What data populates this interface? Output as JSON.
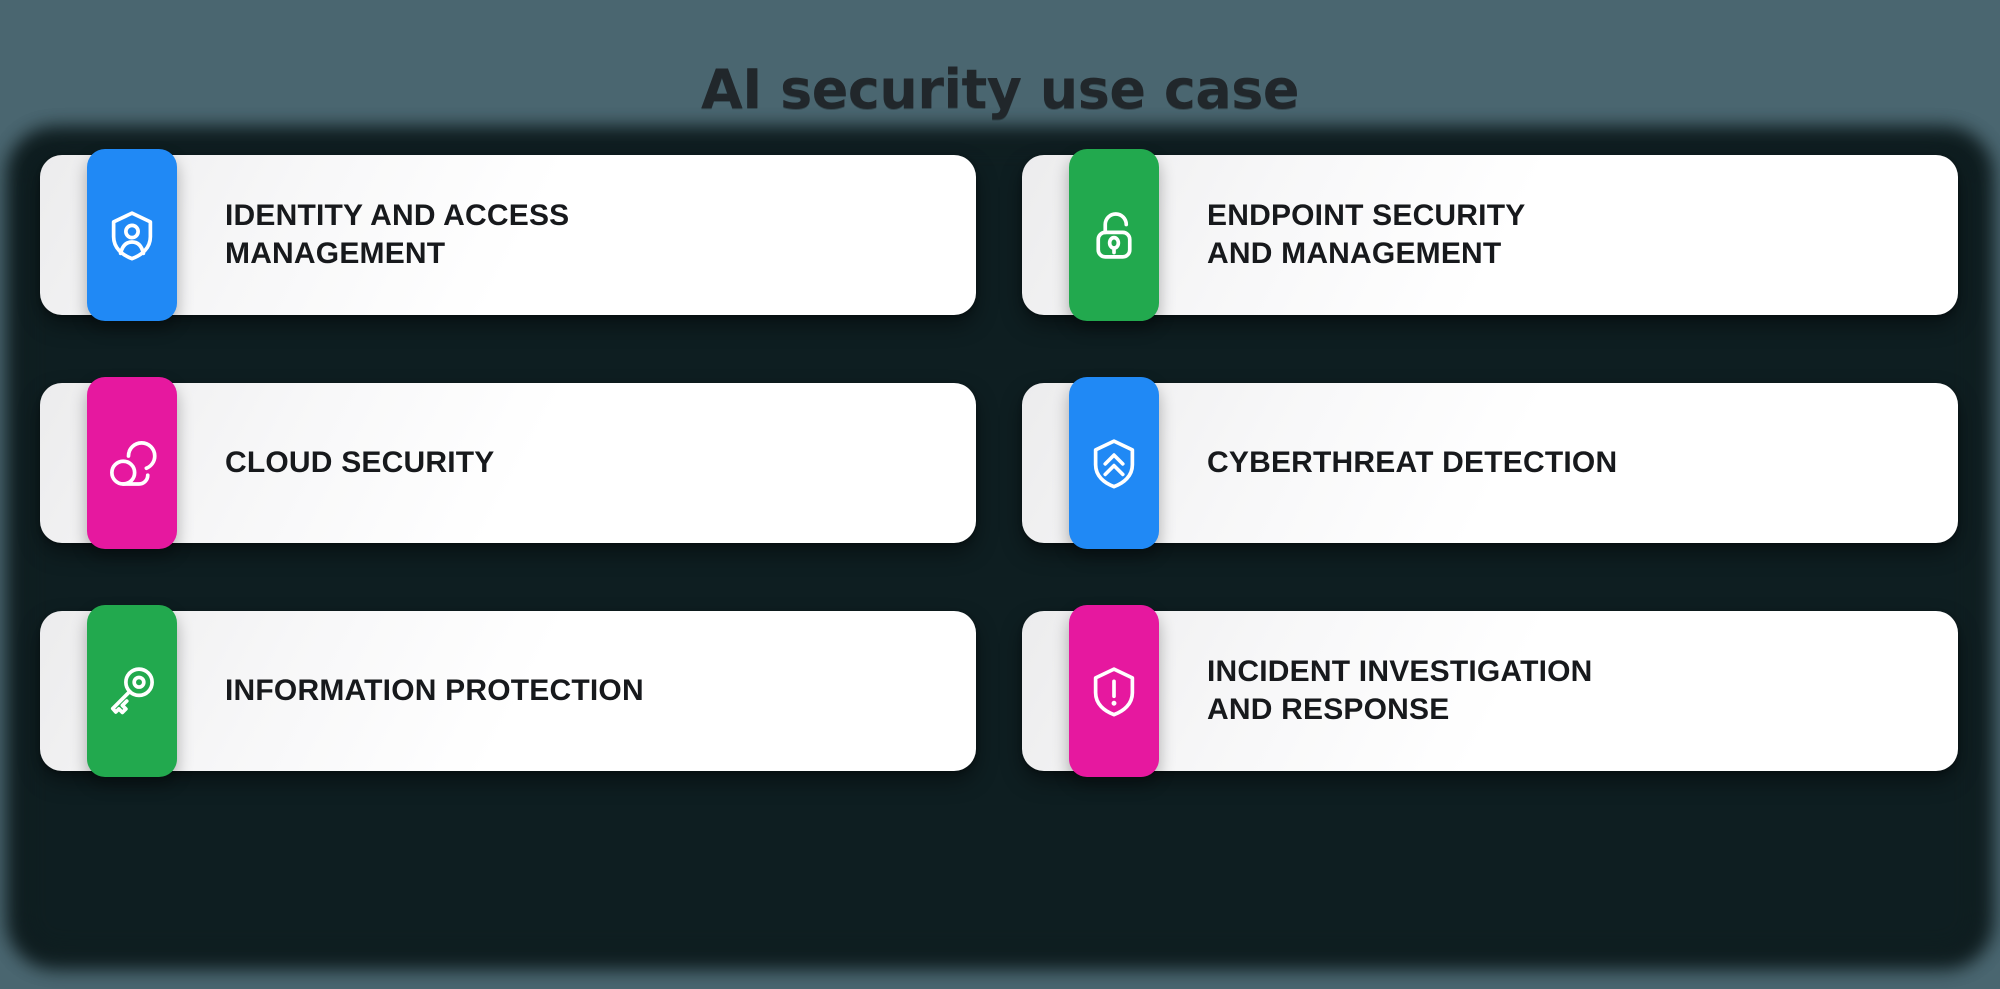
{
  "title": "AI security use case",
  "theme": {
    "background": "#4a6670",
    "panel": "#0d1a1c",
    "card_background": "#ffffff",
    "text": "#17191c",
    "blue": "#2089f5",
    "green": "#22a94e",
    "pink": "#e6189f"
  },
  "cards": [
    {
      "id": "identity-and-access-management",
      "label": "Identity and Access\nManagement",
      "icon": "shield-person-icon",
      "color": "#2089f5",
      "column": "left",
      "row": 1
    },
    {
      "id": "endpoint-security-and-management",
      "label": "Endpoint Security\nand Management",
      "icon": "open-padlock-icon",
      "color": "#22a94e",
      "column": "right",
      "row": 1
    },
    {
      "id": "cloud-security",
      "label": "Cloud Security",
      "icon": "cloud-icon",
      "color": "#e6189f",
      "column": "left",
      "row": 2
    },
    {
      "id": "cyberthreat-detection",
      "label": "Cyberthreat Detection",
      "icon": "shield-chevrons-up-icon",
      "color": "#2089f5",
      "column": "right",
      "row": 2
    },
    {
      "id": "information-protection",
      "label": "Information Protection",
      "icon": "key-icon",
      "color": "#22a94e",
      "column": "left",
      "row": 3
    },
    {
      "id": "incident-investigation-and-response",
      "label": "Incident Investigation\nand Response",
      "icon": "shield-alert-icon",
      "color": "#e6189f",
      "column": "right",
      "row": 3
    }
  ]
}
